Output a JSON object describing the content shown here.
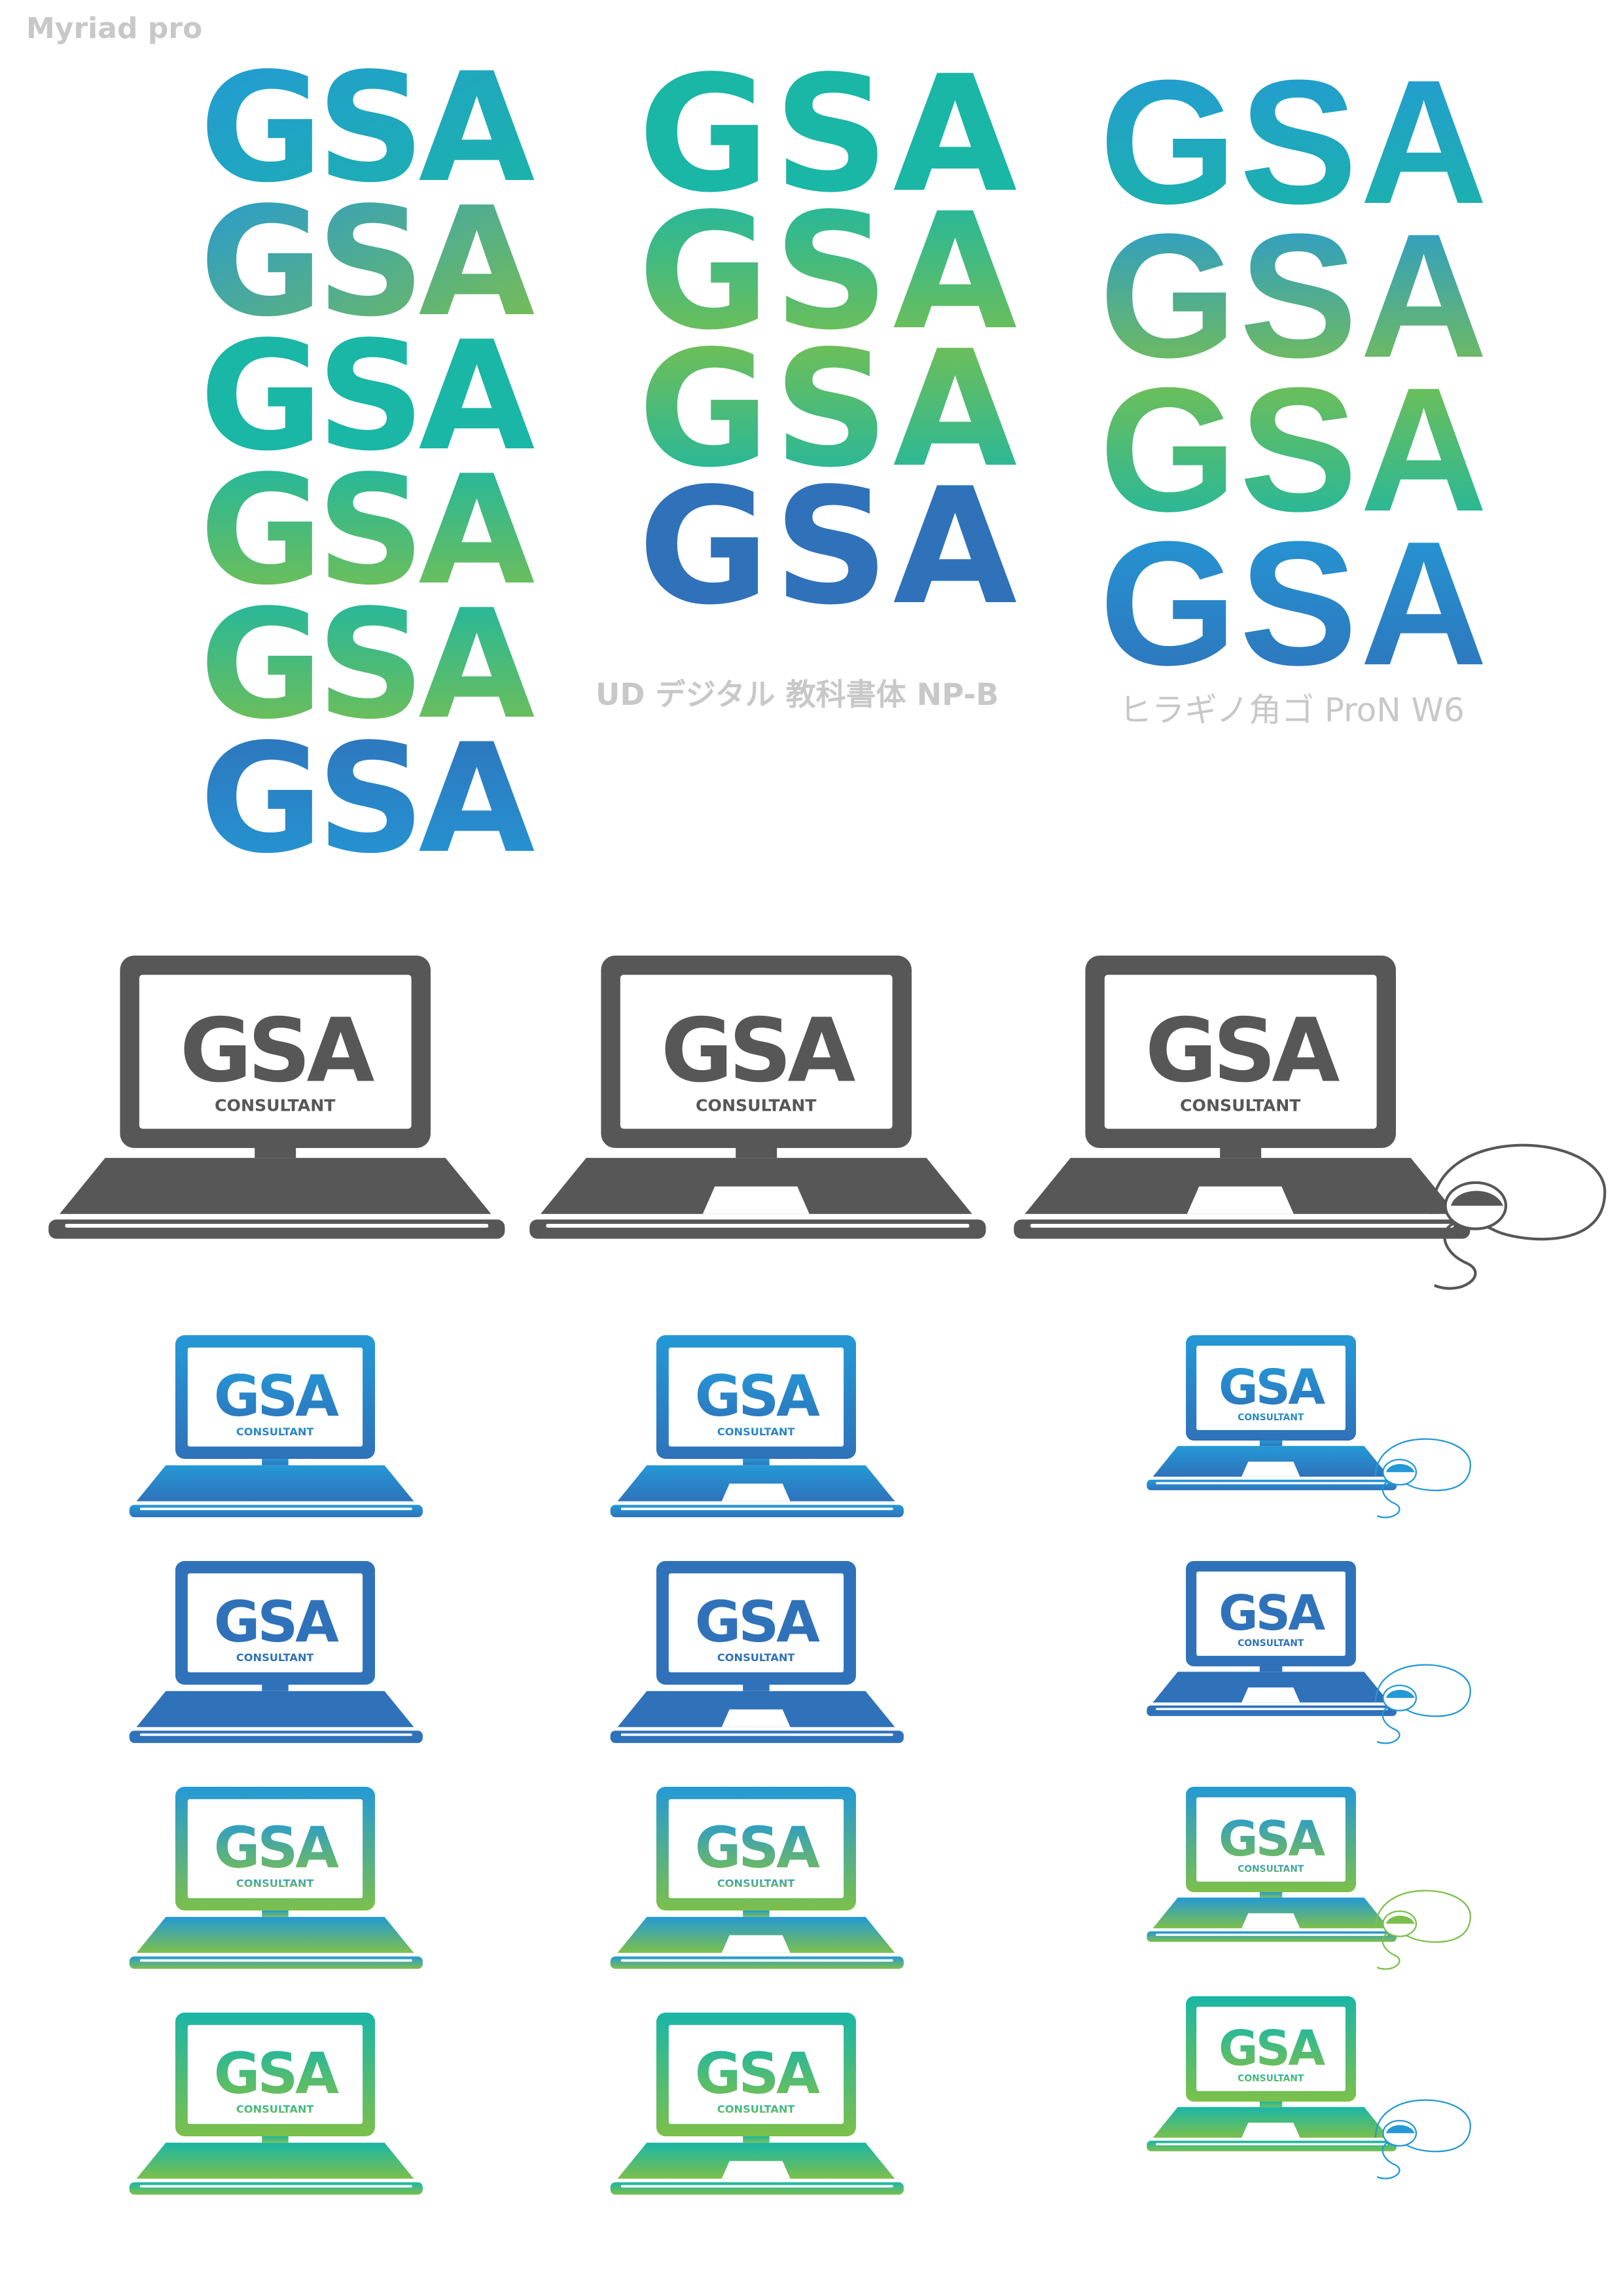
{
  "font_labels": {
    "myriad": "Myriad pro",
    "ud": "UD デジタル 教科書体 NP-B",
    "hiragino": "ヒラギノ角ゴ ProN W6"
  },
  "logo": {
    "wordmark": "GSA",
    "tagline": "CONSULTANT"
  },
  "colors": {
    "blue": "#2f72ba",
    "sky": "#2499d6",
    "teal": "#1ab6a6",
    "green": "#7cc04b",
    "gray": "#575757"
  },
  "icons": [
    "laptop-icon",
    "mouse-icon"
  ]
}
